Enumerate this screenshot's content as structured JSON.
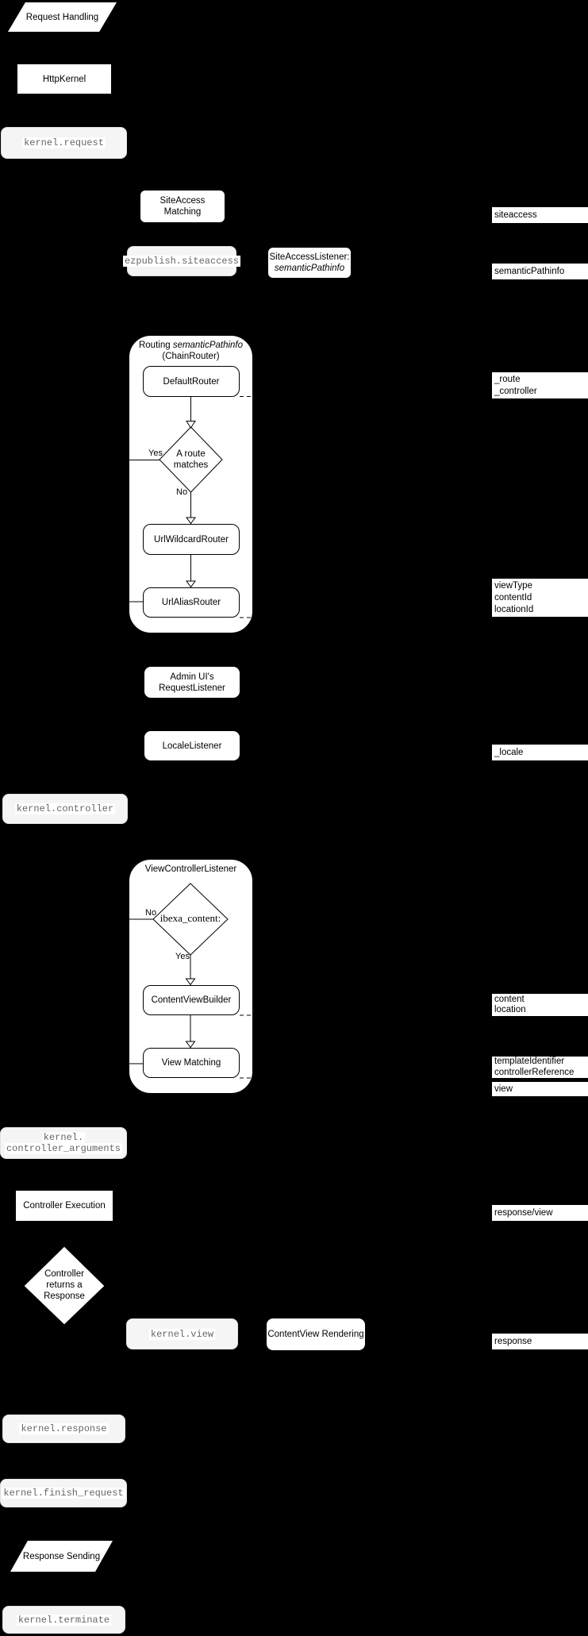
{
  "colors": {
    "background": "#000000",
    "node_fill": "#ffffff",
    "event_fill": "#f5f5f5",
    "event_border": "#e2e2e2",
    "event_text": "#666666",
    "line": "#000000"
  },
  "terminals": {
    "start": "Request Handling",
    "end": "Response Sending"
  },
  "nodes": {
    "http_kernel": "HttpKernel",
    "siteaccess_matching": "SiteAccess Matching",
    "siteaccess_listener_line1": "SiteAccessListener:",
    "siteaccess_listener_line2": "semanticPathinfo",
    "admin_ui_line1": "Admin UI's",
    "admin_ui_line2": "RequestListener",
    "locale_listener": "LocaleListener",
    "controller_execution": "Controller Execution",
    "contentview_rendering": "ContentView Rendering"
  },
  "events": {
    "kernel_request": "kernel.request",
    "ezpublish_siteaccess": "ezpublish.siteaccess",
    "kernel_controller": "kernel.controller",
    "kernel_controller_arguments_line1": "kernel.",
    "kernel_controller_arguments_line2": "controller_arguments",
    "kernel_view": "kernel.view",
    "kernel_response": "kernel.response",
    "kernel_finish_request": "kernel.finish_request",
    "kernel_terminate": "kernel.terminate"
  },
  "routing_container": {
    "title_part1": "Routing ",
    "title_part2": "semanticPathinfo",
    "title_line2": "(ChainRouter)",
    "default_router": "DefaultRouter",
    "decision_line1": "A route",
    "decision_line2": "matches",
    "yes": "Yes",
    "no": "No",
    "url_wildcard_router": "UrlWildcardRouter",
    "url_alias_router": "UrlAliasRouter"
  },
  "view_container": {
    "title": "ViewControllerListener",
    "decision": "ibexa_content:",
    "no": "No",
    "yes": "Yes",
    "content_view_builder": "ContentViewBuilder",
    "view_matching": "View Matching"
  },
  "response_decision": {
    "line1": "Controller",
    "line2": "returns a",
    "line3": "Response"
  },
  "bars": {
    "siteaccess": [
      "siteaccess"
    ],
    "semantic_pathinfo": [
      "semanticPathinfo"
    ],
    "route": [
      "_route",
      "_controller"
    ],
    "view_params": [
      "viewType",
      "contentId",
      "locationId"
    ],
    "locale": [
      "_locale"
    ],
    "content": [
      "content",
      "location"
    ],
    "template": [
      "templateIdentifier",
      "controllerReference"
    ],
    "view": [
      "view"
    ],
    "response_view": [
      "response/view"
    ],
    "response": [
      "response"
    ]
  }
}
